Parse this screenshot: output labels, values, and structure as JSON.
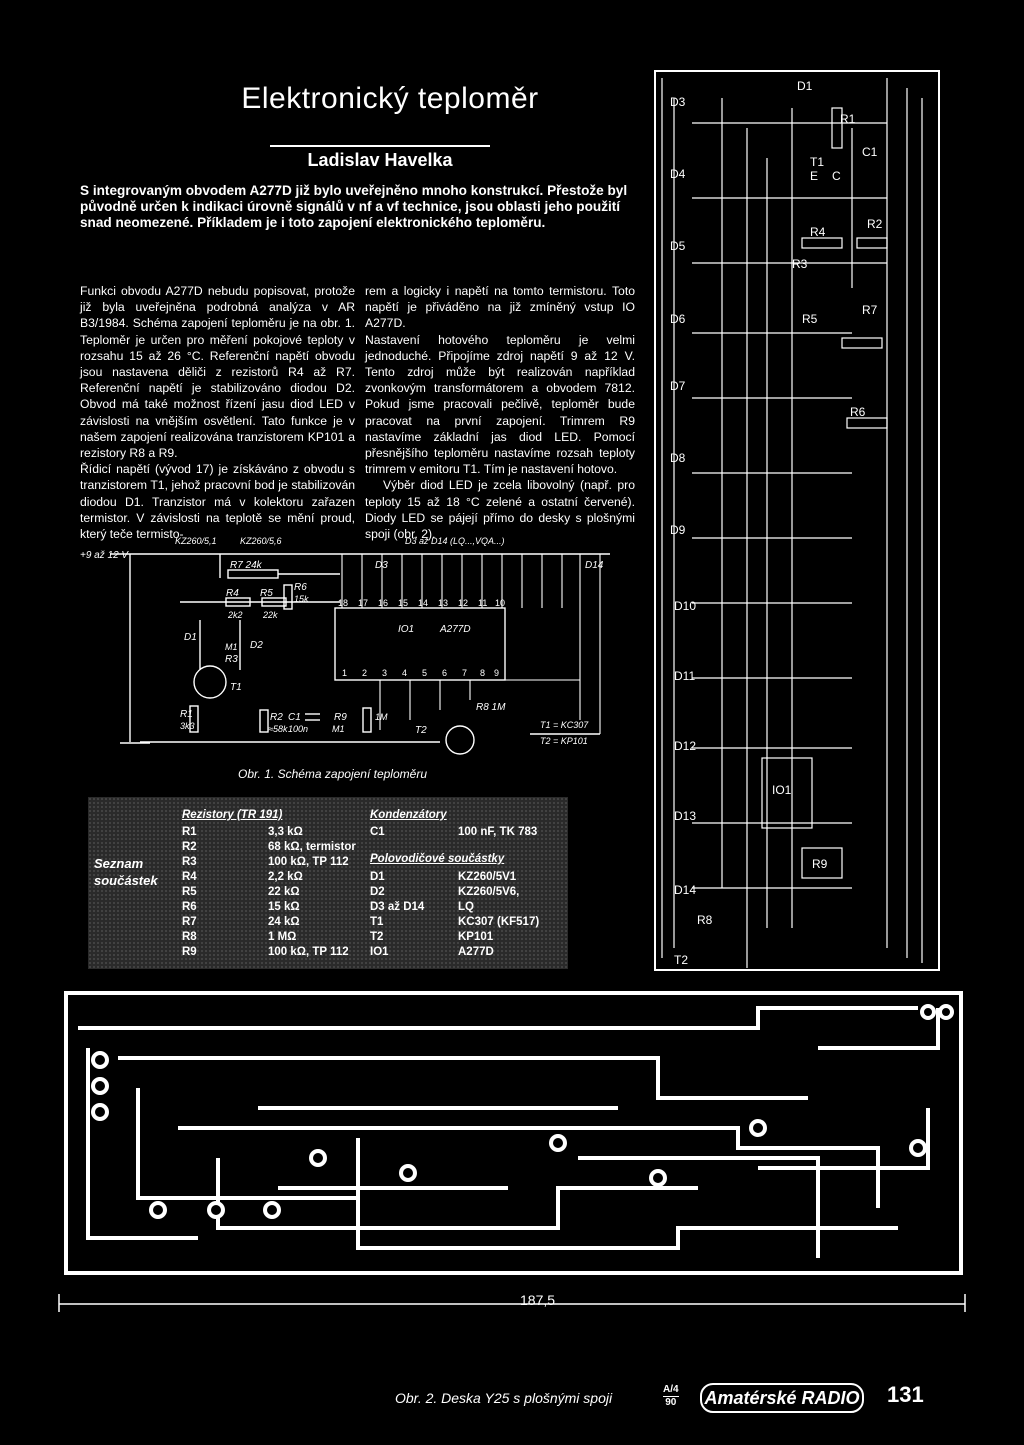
{
  "article": {
    "title": "Elektronický teploměr",
    "author": "Ladislav Havelka",
    "lead": "S integrovaným obvodem A277D již bylo uveřejněno mnoho konstrukcí. Přestože byl původně určen k indikaci úrovně signálů v nf a vf technice, jsou oblasti jeho použití snad neomezené. Příkladem je i toto zapojení elektronického teploměru.",
    "col1": [
      "Funkci obvodu A277D nebudu popisovat, protože již byla uveřejněna podrobná analýza v AR B3/1984. Schéma zapojení teploměru je na obr. 1. Teploměr je určen pro měření pokojové teploty v rozsahu 15 až 26 °C. Referenční napětí obvodu jsou nastavena děliči z rezistorů R4 až R7. Referenční napětí je stabilizováno diodou D2. Obvod má také možnost řízení jasu diod LED v závislosti na vnějším osvětlení. Tato funkce je v našem zapojení realizována tranzistorem KP101 a rezistory R8 a R9.",
      "Řídicí napětí (vývod 17) je získáváno z obvodu s tranzistorem T1, jehož pracovní bod je stabilizován diodou D1. Tranzistor má v kolektoru zařazen termistor. V závislosti na teplotě se mění proud, který teče termisto-"
    ],
    "col2": [
      "rem a logicky i napětí na tomto termistoru. Toto napětí je přiváděno na již zmíněný vstup IO A277D.",
      "Nastavení hotového teploměru je velmi jednoduché. Připojíme zdroj napětí 9 až 12 V. Tento zdroj může být realizován například zvonkovým transformátorem a obvodem 7812. Pokud jsme pracovali pečlivě, teploměr bude pracovat na první zapojení. Trimrem R9 nastavíme základní jas diod LED. Pomocí přesnějšího teploměru nastavíme rozsah teploty trimrem v emitoru T1. Tím je nastavení hotovo.",
      "Výběr diod LED je zcela libovolný (např. pro teploty 15 až 18 °C zelené a ostatní červené). Diody LED se pájejí přímo do desky s plošnými spoji (obr. 2)."
    ]
  },
  "schematic": {
    "caption": "Obr. 1. Schéma zapojení teploměru",
    "supply": "+9 až 12 V",
    "d1_type": "KZ260/5,1",
    "d2_type": "KZ260/5,6",
    "leds": "D3 až D14 (LQ...,VQA...)",
    "d3": "D3",
    "d14": "D14",
    "r7": "R7 24k",
    "r6": "R6",
    "r6v": "15k",
    "r4": "R4",
    "r4v": "2k2",
    "r5": "R5",
    "r5v": "22k",
    "d1": "D1",
    "d2": "D2",
    "m1": "M1",
    "r3": "R3",
    "t1": "T1",
    "r1": "R1",
    "r1v": "3k3",
    "r2": "R2",
    "r2v": "≈58k",
    "c1": "C1",
    "c1v": "100n",
    "r9": "R9",
    "r9v": "M1",
    "r9b": "1M",
    "r8": "R8 1M",
    "t2": "T2",
    "ic": "IO1",
    "ic_type": "A277D",
    "pins_top": [
      "18",
      "17",
      "16",
      "15",
      "14",
      "13",
      "12",
      "11",
      "10"
    ],
    "pins_bottom": [
      "1",
      "2",
      "3",
      "4",
      "5",
      "6",
      "7",
      "8",
      "9"
    ],
    "t1_note": "T1 = KC307",
    "t2_note": "T2 = KP101"
  },
  "parts": {
    "heading": "Seznam součástek",
    "resistors_header": "Rezistory (TR 191)",
    "resistors": [
      [
        "R1",
        "3,3 kΩ"
      ],
      [
        "R2",
        "68 kΩ, termistor"
      ],
      [
        "R3",
        "100 kΩ, TP 112"
      ],
      [
        "R4",
        "2,2 kΩ"
      ],
      [
        "R5",
        "22 kΩ"
      ],
      [
        "R6",
        "15 kΩ"
      ],
      [
        "R7",
        "24 kΩ"
      ],
      [
        "R8",
        "1 MΩ"
      ],
      [
        "R9",
        "100 kΩ, TP 112"
      ]
    ],
    "capacitors_header": "Kondenzátory",
    "capacitors": [
      [
        "C1",
        "100 nF, TK 783"
      ]
    ],
    "semis_header": "Polovodičové součástky",
    "semis": [
      [
        "D1",
        "KZ260/5V1"
      ],
      [
        "D2",
        "KZ260/5V6,"
      ],
      [
        "D3 až D14",
        "LQ"
      ],
      [
        "T1",
        "KC307 (KF517)"
      ],
      [
        "T2",
        "KP101"
      ],
      [
        "IO1",
        "A277D"
      ]
    ]
  },
  "pcb": {
    "caption": "Obr. 2. Deska Y25 s plošnými spoji",
    "dimension": "187,5",
    "labels": [
      "D1",
      "R1",
      "C1",
      "D3",
      "T1",
      "E",
      "C",
      "D4",
      "R4",
      "R2",
      "D5",
      "R3",
      "D6",
      "R5",
      "R7",
      "D7",
      "R6",
      "D8",
      "D9",
      "D10",
      "D11",
      "D12",
      "IO1",
      "D13",
      "R9",
      "D14",
      "R8",
      "T2"
    ]
  },
  "footer": {
    "issue_top": "A/4",
    "issue_bottom": "90",
    "magazine": "Amatérské RADIO",
    "page": "131"
  }
}
